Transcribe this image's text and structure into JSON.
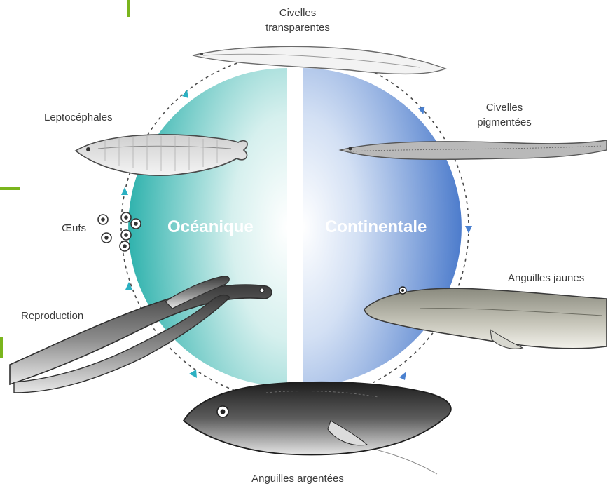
{
  "phases": {
    "oceanic": "Océanique",
    "continental": "Continentale"
  },
  "stages": {
    "civelles_transparentes": [
      "Civelles",
      "transparentes"
    ],
    "civelles_pigmentees": [
      "Civelles",
      "pigmentées"
    ],
    "anguilles_jaunes": "Anguilles jaunes",
    "anguilles_argentees": "Anguilles argentées",
    "reproduction": "Reproduction",
    "oeufs": "Œufs",
    "leptocephales": "Leptocéphales"
  },
  "colors": {
    "oceanic": "#3bb7b3",
    "continental": "#5a86cf",
    "arrow_ocean": "#2bb0c2",
    "arrow_cont": "#4a80cf",
    "accent_green": "#7ab51d"
  },
  "icons": [
    "eel-illustration",
    "egg-icon",
    "cycle-arrow-icon"
  ]
}
